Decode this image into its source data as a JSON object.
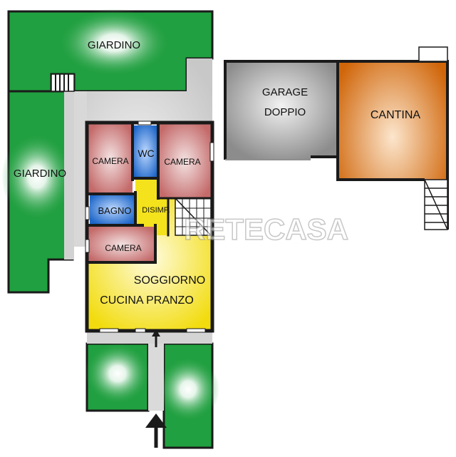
{
  "rooms": {
    "garden_top": "GIARDINO",
    "garden_left": "GIARDINO",
    "camera_1": "CAMERA",
    "wc": "WC",
    "camera_2": "CAMERA",
    "bagno": "BAGNO",
    "disimpegno": "DISIMP.",
    "camera_3": "CAMERA",
    "living_line1": "SOGGIORNO",
    "living_line2": "CUCINA PRANZO",
    "garage_line1": "GARAGE",
    "garage_line2": "DOPPIO",
    "cantina": "CANTINA"
  },
  "watermark": "RETECASA",
  "colors": {
    "garden": "#20a040",
    "corridor": "#d2d2d2",
    "bedroom": "#c87373",
    "bathroom": "#1e6fd0",
    "living": "#f4e21c",
    "garage": "#8f8f8f",
    "cantina": "#d2690a",
    "wall": "#1a1a1a"
  }
}
